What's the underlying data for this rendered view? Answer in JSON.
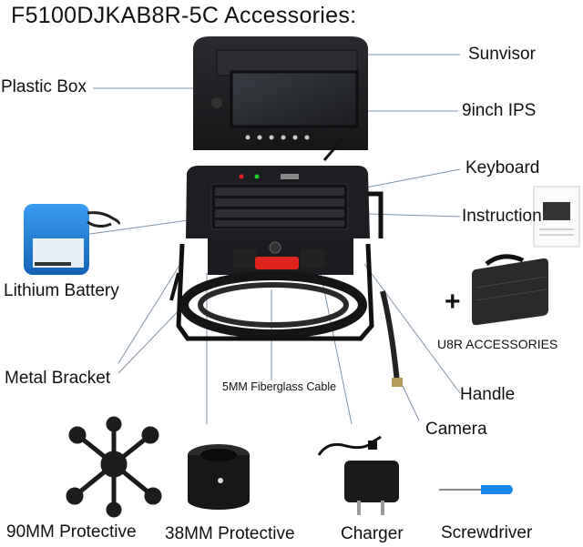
{
  "title": "F5100DJKAB8R-5C  Accessories:",
  "labels": {
    "sunvisor": "Sunvisor",
    "plastic_box": "Plastic Box",
    "ips": "9inch IPS",
    "keyboard": "Keyboard",
    "instruction": "Instruction",
    "lithium_battery": "Lithium Battery",
    "metal_bracket": "Metal Bracket",
    "cable": "5MM Fiberglass Cable",
    "handle": "Handle",
    "camera": "Camera",
    "u8r_accessories": "U8R  ACCESSORIES",
    "protective_90": "90MM Protective",
    "protective_38": "38MM Protective",
    "charger": "Charger",
    "screwdriver": "Screwdriver"
  },
  "plus": "+",
  "colors": {
    "device_body": "#1e1f22",
    "battery_blue": "#1e7fd8",
    "latch_red": "#e0231c",
    "screen_dark": "#2a2c30",
    "screwdriver_blue": "#1a86ea",
    "leader_line": "#7f93a8"
  }
}
